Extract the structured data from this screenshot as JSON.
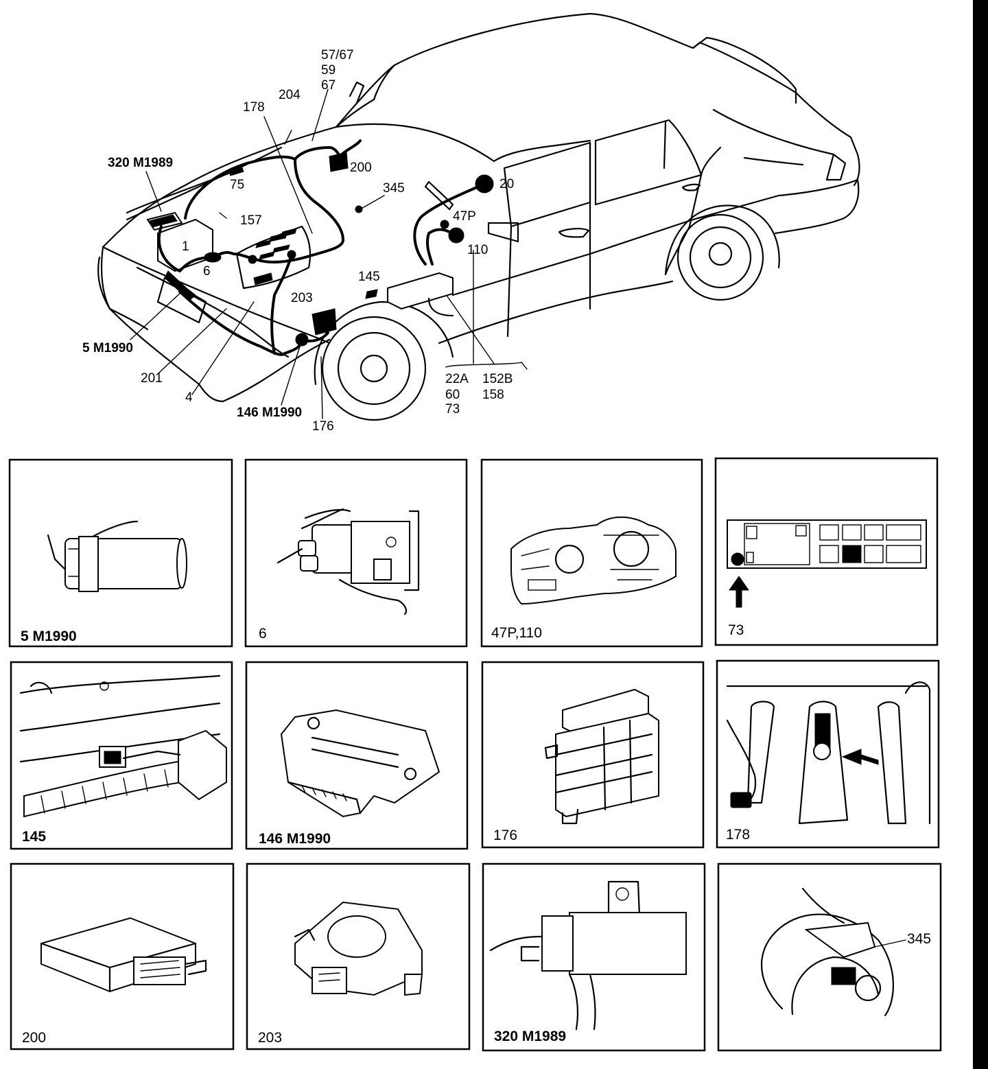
{
  "callouts": {
    "c_57_67": "57/67",
    "c_59": "59",
    "c_67": "67",
    "c_204": "204",
    "c_178": "178",
    "c_320": "320 M1989",
    "c_200": "200",
    "c_75": "75",
    "c_345": "345",
    "c_20": "20",
    "c_157": "157",
    "c_47p": "47P",
    "c_1": "1",
    "c_110": "110",
    "c_6": "6",
    "c_145": "145",
    "c_203": "203",
    "c_5": "5 M1990",
    "c_201": "201",
    "c_4": "4",
    "c_146": "146 M1990",
    "c_176": "176",
    "c_22a": "22A",
    "c_60": "60",
    "c_73": "73",
    "c_152b": "152B",
    "c_158": "158"
  },
  "panels": [
    {
      "caption": "5 M1990",
      "bold": true,
      "icon": "fuel-pump-icon"
    },
    {
      "caption": "6",
      "bold": false,
      "icon": "distributor-icon"
    },
    {
      "caption": "47P,110",
      "bold": false,
      "icon": "headlamp-icon"
    },
    {
      "caption": "73",
      "bold": false,
      "icon": "fuse-box-icon"
    },
    {
      "caption": "145",
      "bold": false,
      "icon": "wiring-connector-icon"
    },
    {
      "caption": "146 M1990",
      "bold": true,
      "icon": "ignition-module-icon"
    },
    {
      "caption": "176",
      "bold": false,
      "icon": "control-unit-icon"
    },
    {
      "caption": "178",
      "bold": false,
      "icon": "relay-location-icon"
    },
    {
      "caption": "200",
      "bold": false,
      "icon": "ecu-box-icon"
    },
    {
      "caption": "203",
      "bold": false,
      "icon": "throttle-switch-icon"
    },
    {
      "caption": "320 M1989",
      "bold": true,
      "icon": "solenoid-valve-icon"
    },
    {
      "caption": "",
      "bold": false,
      "icon": "sensor-bracket-icon",
      "callout": "345"
    }
  ]
}
